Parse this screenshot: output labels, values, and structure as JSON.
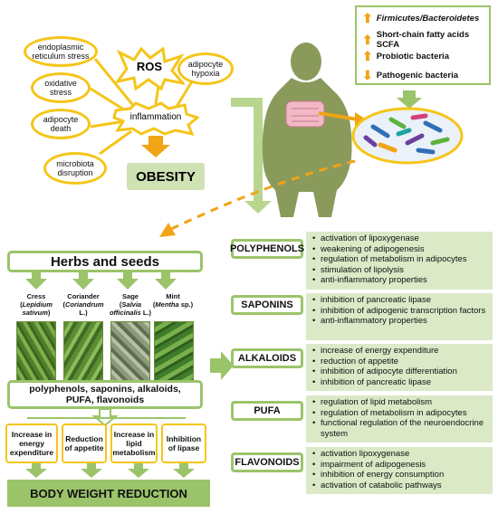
{
  "obesity_causes": {
    "er_stress": "endoplasmic reticulum stress",
    "ros": "ROS",
    "adipocyte_hypoxia": "adipocyte hypoxia",
    "oxidative_stress": "oxidative stress",
    "inflammation": "inflammation",
    "adipocyte_death": "adipocyte death",
    "microbiota_disruption": "microbiota disruption",
    "obesity": "OBESITY"
  },
  "legend": {
    "firmicutes": "Firmicutes/Bacteroidetes",
    "scfa": "Short-chain fatty acids SCFA",
    "probiotic": "Probiotic bacteria",
    "pathogenic": "Pathogenic bacteria"
  },
  "herbs_section": {
    "title": "Herbs and seeds",
    "herbs": [
      {
        "name": "Cress",
        "latin": "Lepidium sativum",
        "close": ")"
      },
      {
        "name": "Coriander",
        "latin": "Coriandrum",
        "close": " L.)"
      },
      {
        "name": "Sage",
        "latin": "Salvia officinalis",
        "close": " L.)"
      },
      {
        "name": "Mint",
        "latin": "Mentha",
        "close": " sp.)"
      }
    ],
    "compounds": "polyphenols, saponins, alkaloids, PUFA, flavonoids",
    "effects": [
      "Increase in energy expenditure",
      "Reduction of appetite",
      "Increase in lipid metabolism",
      "Inhibition of lipase"
    ],
    "result": "BODY WEIGHT REDUCTION"
  },
  "compound_groups": [
    {
      "label": "POLYPHENOLS",
      "items": [
        "activation of lipoxygenase",
        "weakening of adipogenesis",
        "regulation of metabolism in adipocytes",
        "stimulation of lipolysis",
        "anti-inflammatory properties"
      ]
    },
    {
      "label": "SAPONINS",
      "items": [
        "inhibition of pancreatic lipase",
        "inhibition of adipogenic transcription factors",
        "anti-inflammatory properties"
      ]
    },
    {
      "label": "ALKALOIDS",
      "items": [
        "increase of energy expenditure",
        "reduction of appetite",
        "inhibition of adipocyte differentiation",
        "inhibition of pancreatic lipase"
      ]
    },
    {
      "label": "PUFA",
      "items": [
        "regulation of lipid metabolism",
        "regulation of metabolism in adipocytes",
        "functional regulation of the neuroendocrine system"
      ]
    },
    {
      "label": "FLAVONOIDS",
      "items": [
        "activation lipoxygenase",
        "impairment of adipogenesis",
        "inhibition of energy consumption",
        "activation of catabolic pathways"
      ]
    }
  ],
  "colors": {
    "yellow": "#f5c518",
    "orange": "#f0a416",
    "green": "#9bc46a",
    "light_green": "#dbe9c7",
    "silhouette": "#8a9a5b"
  }
}
